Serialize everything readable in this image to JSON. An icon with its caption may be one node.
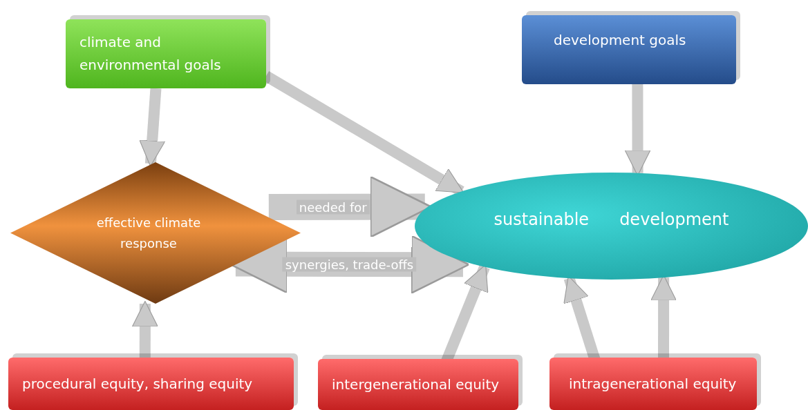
{
  "diagram": {
    "nodes": [
      {
        "text": [
          "climate and environmental goals"
        ]
      },
      {
        "text": [
          "development goals"
        ]
      },
      {
        "text": [
          "effective climate response"
        ]
      },
      {
        "text": [
          "sustainable",
          "development"
        ]
      },
      {
        "text": [
          "procedural equity,  sharing equity"
        ]
      },
      {
        "text": [
          "intergenerational equity"
        ]
      },
      {
        "text": [
          "intragenerational equity"
        ]
      }
    ],
    "edges": [
      {
        "from": 0,
        "to": 2,
        "arrow": "to"
      },
      {
        "from": 0,
        "to": 3,
        "arrow": "to"
      },
      {
        "from": 1,
        "to": 3,
        "arrow": "to"
      },
      {
        "from": 2,
        "to": 3,
        "arrow": "to",
        "label": "needed for",
        "style": "thick"
      },
      {
        "from": 2,
        "to": 3,
        "arrow": "both",
        "label": "synergies, trade-offs",
        "style": "thick"
      },
      {
        "from": 4,
        "to": 2,
        "arrow": "to"
      },
      {
        "from": 5,
        "to": 3,
        "arrow": "to"
      },
      {
        "from": 6,
        "to": 3,
        "arrow": "to"
      },
      {
        "from": 6,
        "to": 3,
        "arrow": "to"
      }
    ]
  }
}
